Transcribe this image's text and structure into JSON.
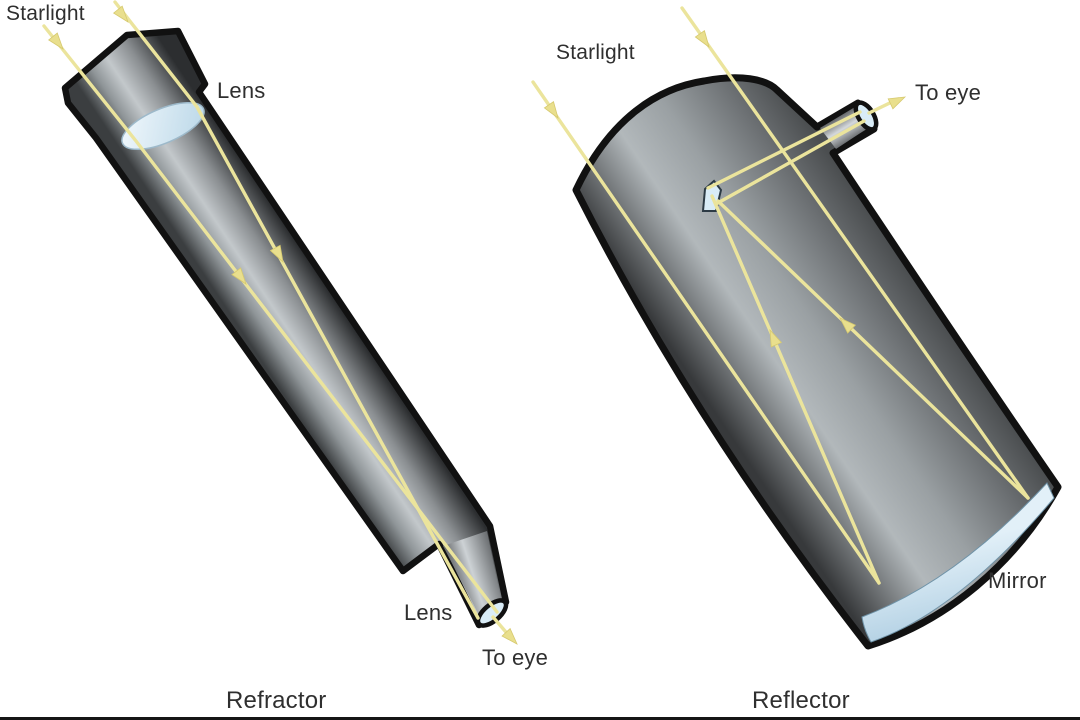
{
  "diagram": {
    "type": "telescope-optics-comparison",
    "refractor": {
      "caption": "Refractor",
      "starlight_label": "Starlight",
      "objective_lens_label": "Lens",
      "eyepiece_lens_label": "Lens",
      "to_eye_label": "To eye"
    },
    "reflector": {
      "caption": "Reflector",
      "starlight_label": "Starlight",
      "to_eye_label": "To eye",
      "mirror_label": "Mirror"
    },
    "colors": {
      "ray": "#ebe49c",
      "arrowhead": "#e9df8d",
      "lens": "#d9ecf7",
      "mirror_band": "#c3ddec",
      "tube_outline": "#111111",
      "text": "#2f2f2f"
    }
  }
}
